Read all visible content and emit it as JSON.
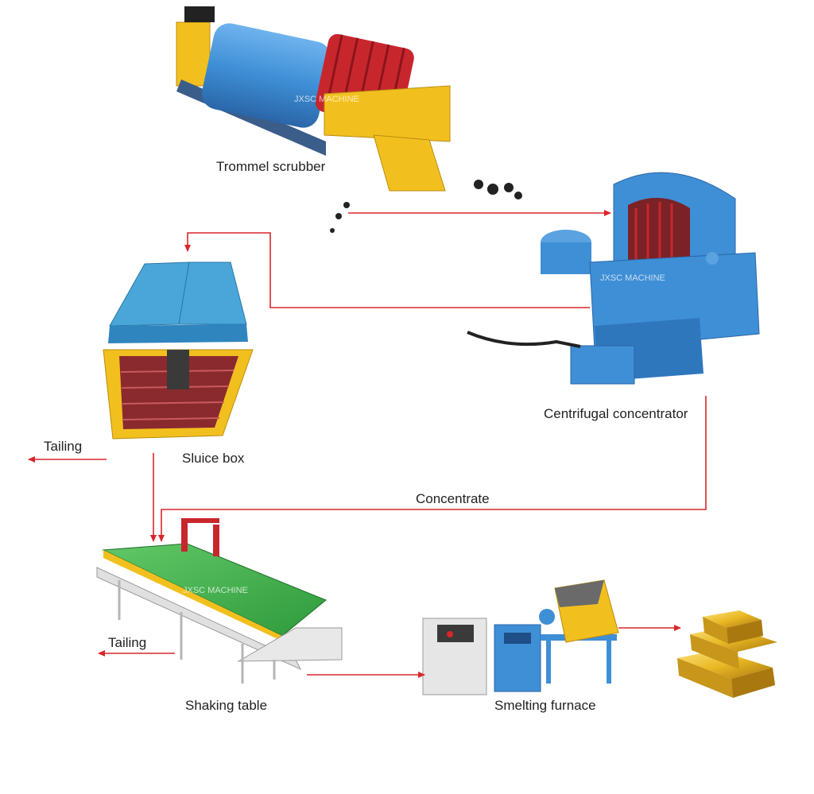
{
  "labels": {
    "trommel": "Trommel scrubber",
    "centrifugal": "Centrifugal concentrator",
    "sluice": "Sluice box",
    "tailing_1": "Tailing",
    "concentrate": "Concentrate",
    "tailing_2": "Tailing",
    "shaking": "Shaking table",
    "smelting": "Smelting furnace"
  },
  "watermarks": [
    "JXSC MACHINE",
    "JXSC MACHINE",
    "JXSC MACHINE"
  ],
  "colors": {
    "arrow": "#d9262b",
    "machine_blue": "#3f8fd6",
    "machine_yellow": "#f2c01e",
    "screen_red": "#c8262d",
    "table_green": "#3fb54a",
    "gold": "#e9b824"
  }
}
